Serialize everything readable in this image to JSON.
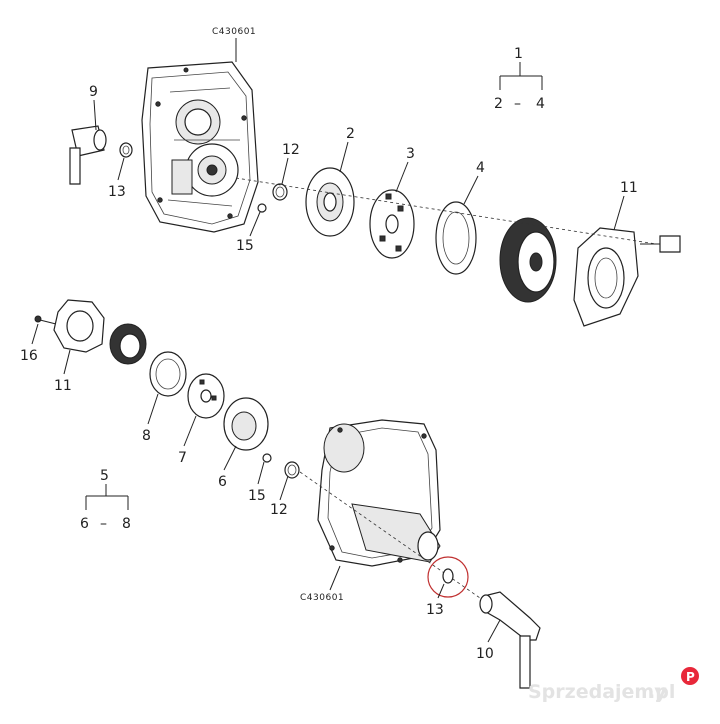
{
  "codes": {
    "top": "C430601",
    "bottom": "C430601"
  },
  "groups": {
    "upper": {
      "id": "1",
      "range_from": "2",
      "range_dash": "–",
      "range_to": "4"
    },
    "lower": {
      "id": "5",
      "range_from": "6",
      "range_dash": "–",
      "range_to": "8"
    }
  },
  "callouts": {
    "c9": "9",
    "c13a": "13",
    "c12a": "12",
    "c2": "2",
    "c3": "3",
    "c4": "4",
    "c11a": "11",
    "c15a": "15",
    "c16": "16",
    "c11b": "11",
    "c8": "8",
    "c7": "7",
    "c6": "6",
    "c15b": "15",
    "c12b": "12",
    "c13b": "13",
    "c10": "10"
  },
  "watermark": {
    "text": "Sprzedajemy",
    "suffix": ".pl",
    "logo_letter": "P",
    "accent_color": "#e8283a"
  }
}
